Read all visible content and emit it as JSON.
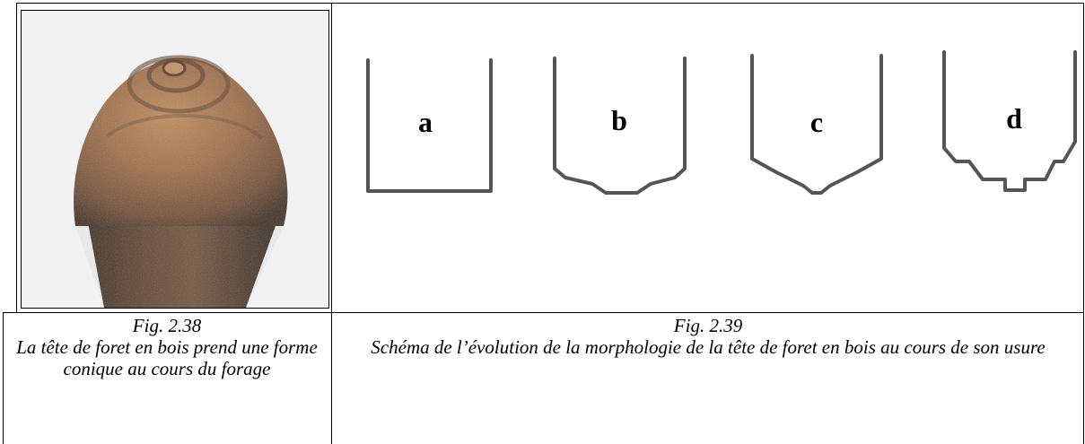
{
  "figure_left": {
    "number": "Fig. 2.38",
    "caption": "La tête de foret en bois prend une forme conique au cours du forage"
  },
  "figure_right": {
    "number": "Fig. 2.39",
    "caption": "Schéma de l’évolution de la morphologie de la tête de foret en bois au cours de son usure",
    "stages": [
      {
        "label": "a"
      },
      {
        "label": "b"
      },
      {
        "label": "c"
      },
      {
        "label": "d"
      }
    ]
  },
  "colors": {
    "rule": "#000000",
    "outline": "#555555",
    "wood_light": "#b07a4e",
    "wood_dark": "#4a3322",
    "photo_bg": "#f2f2f3"
  }
}
